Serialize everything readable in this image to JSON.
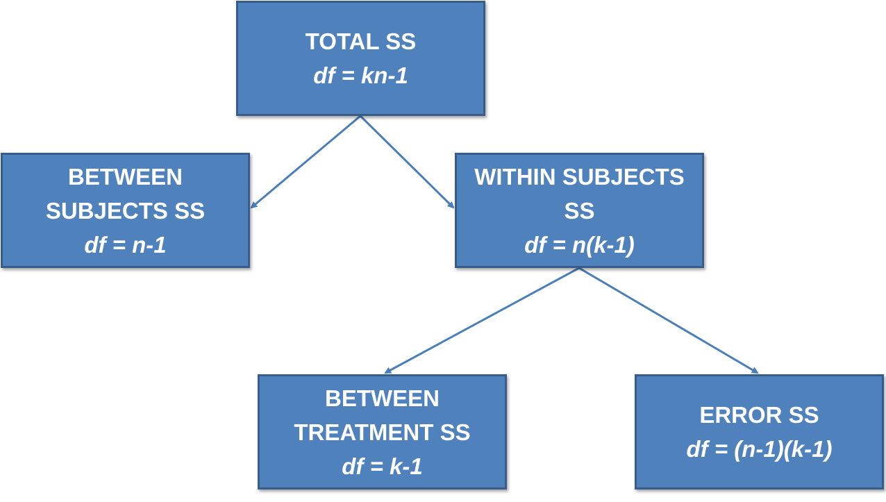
{
  "nodes": {
    "total": {
      "title_lines": [
        "TOTAL SS"
      ],
      "df": "df = kn-1"
    },
    "between_subjects": {
      "title_lines": [
        "BETWEEN",
        "SUBJECTS SS"
      ],
      "df": "df = n-1"
    },
    "within_subjects": {
      "title_lines": [
        "WITHIN SUBJECTS",
        "SS"
      ],
      "df": "df = n(k-1)"
    },
    "between_treatment": {
      "title_lines": [
        "BETWEEN",
        "TREATMENT SS"
      ],
      "df": "df = k-1"
    },
    "error": {
      "title_lines": [
        "ERROR SS"
      ],
      "df": "df = (n-1)(k-1)"
    }
  },
  "edges": [
    {
      "from": "total",
      "to": "between_subjects"
    },
    {
      "from": "total",
      "to": "within_subjects"
    },
    {
      "from": "within_subjects",
      "to": "between_treatment"
    },
    {
      "from": "within_subjects",
      "to": "error"
    }
  ],
  "colors": {
    "box_fill": "#4f81bd",
    "box_border": "#385d8a",
    "box_text": "#ffffff",
    "connector": "#4a7ebb"
  }
}
